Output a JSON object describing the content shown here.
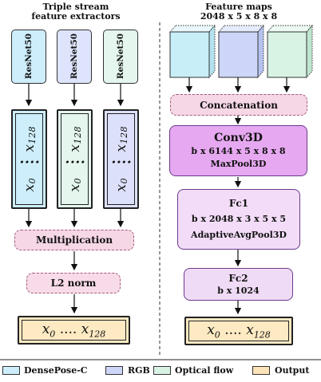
{
  "left": {
    "heading_line1": "Triple stream",
    "heading_line2": "feature extractors",
    "backbones": [
      {
        "label": "ResNet50",
        "color": "#cdeefa"
      },
      {
        "label": "ResNet50",
        "color": "#dde4fb"
      },
      {
        "label": "ResNet50",
        "color": "#e4f6ee"
      }
    ],
    "feature_vector": {
      "first": "x",
      "first_sub": "0",
      "dots": "....",
      "last": "x",
      "last_sub": "128"
    },
    "multiplication_label": "Multiplication",
    "l2norm_label": "L2 norm",
    "output": {
      "first": "x",
      "first_sub": "0",
      "dots": "....",
      "last": "x",
      "last_sub": "128"
    }
  },
  "right": {
    "heading_line1": "Feature maps",
    "heading_line2": "2048 x 5 x 8 x 8",
    "cubes": [
      {
        "color": "#c8eef8"
      },
      {
        "color": "#cdd6f8"
      },
      {
        "color": "#d8f3e4"
      }
    ],
    "concat_label": "Concatenation",
    "conv3d": {
      "title": "Conv3D",
      "line1": "b x 6144 x 5 x 8 x 8",
      "line2": "MaxPool3D",
      "color": "#e6a8f0"
    },
    "fc1": {
      "title": "Fc1",
      "line1": "b x 2048 x 3 x 5 x 5",
      "line2": "AdaptiveAvgPool3D",
      "color": "#f2dcf7"
    },
    "fc2": {
      "title": "Fc2",
      "line1": "b x 1024",
      "color": "#f0dbf6"
    },
    "output": {
      "first": "x",
      "first_sub": "0",
      "dots": "....",
      "last": "x",
      "last_sub": "128"
    }
  },
  "legend": [
    {
      "label": "DensePose-C",
      "color": "#cdeefa"
    },
    {
      "label": "RGB",
      "color": "#cdd6f8"
    },
    {
      "label": "Optical flow",
      "color": "#d8f3e4"
    },
    {
      "label": "Output",
      "color": "#fde3b8"
    }
  ]
}
